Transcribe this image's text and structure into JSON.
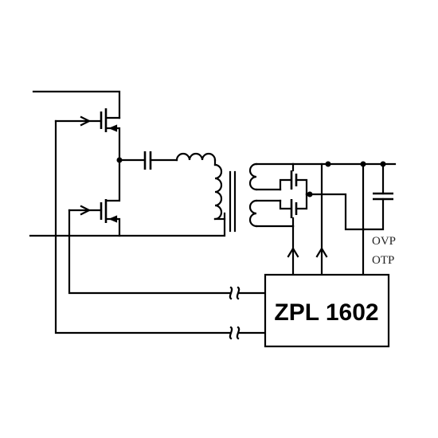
{
  "controller": {
    "label": "ZPL 1602"
  },
  "protection": {
    "ovp": "OVP",
    "otp": "OTP"
  },
  "icons": [
    "mosfet-icon",
    "capacitor-icon",
    "inductor-icon",
    "transformer-icon",
    "arrow-icon",
    "break-mark-icon"
  ]
}
